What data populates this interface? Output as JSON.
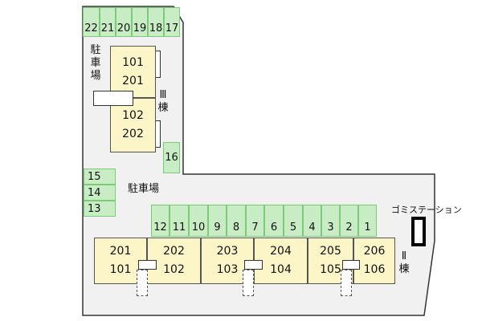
{
  "top_parking": [
    "22",
    "21",
    "20",
    "19",
    "18",
    "17"
  ],
  "slot_16": "16",
  "left_parking": [
    "15",
    "14",
    "13"
  ],
  "bottom_parking": [
    "12",
    "11",
    "10",
    "9",
    "8",
    "7",
    "6",
    "5",
    "4",
    "3",
    "2",
    "1"
  ],
  "building3": {
    "units": [
      [
        "101",
        "201"
      ],
      [
        "102",
        "202"
      ]
    ],
    "label_chars": [
      "Ⅲ",
      "棟"
    ]
  },
  "building2": {
    "units": [
      [
        "201",
        "101"
      ],
      [
        "202",
        "102"
      ],
      [
        "203",
        "103"
      ],
      [
        "204",
        "104"
      ],
      [
        "205",
        "105"
      ],
      [
        "206",
        "106"
      ]
    ],
    "label_chars": [
      "Ⅱ",
      "棟"
    ]
  },
  "parking_label_vertical": [
    "駐",
    "車",
    "場"
  ],
  "parking_label_center": "駐車場",
  "gomi_station": "ゴミステーション",
  "colors": {
    "parking": "#c8ecc4",
    "unit": "#fbf5c8",
    "lot": "#f1f1f1"
  }
}
